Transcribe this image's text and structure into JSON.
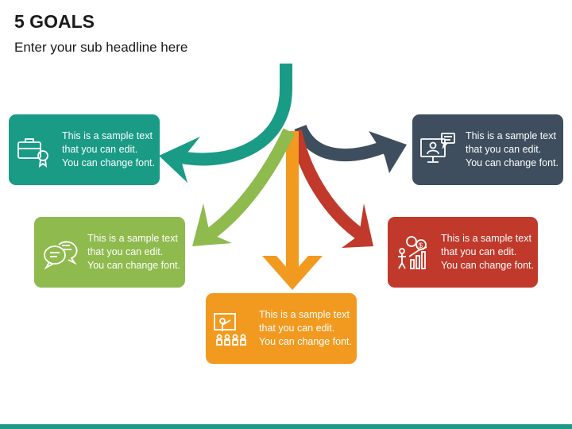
{
  "title": "5 GOALS",
  "subtitle": "Enter your sub headline here",
  "colors": {
    "teal": "#1a9b86",
    "green": "#8fba4e",
    "orange": "#f29a1f",
    "red": "#c0392b",
    "slate": "#3e4e5e"
  },
  "goals": [
    {
      "icon": "briefcase-certificate-icon",
      "color": "teal",
      "line1": "This is a sample text",
      "line2": "that you can edit.",
      "line3": "You can change font."
    },
    {
      "icon": "chat-bubbles-icon",
      "color": "green",
      "line1": "This is a sample text",
      "line2": "that you can edit.",
      "line3": "You can change font."
    },
    {
      "icon": "presentation-audience-icon",
      "color": "orange",
      "line1": "This is a sample text",
      "line2": "that you can edit.",
      "line3": "You can change font."
    },
    {
      "icon": "growth-idea-icon",
      "color": "red",
      "line1": "This is a sample text",
      "line2": "that you can edit.",
      "line3": "You can change font."
    },
    {
      "icon": "online-meeting-icon",
      "color": "slate",
      "line1": "This is a sample text",
      "line2": "that you can edit.",
      "line3": "You can change font."
    }
  ]
}
